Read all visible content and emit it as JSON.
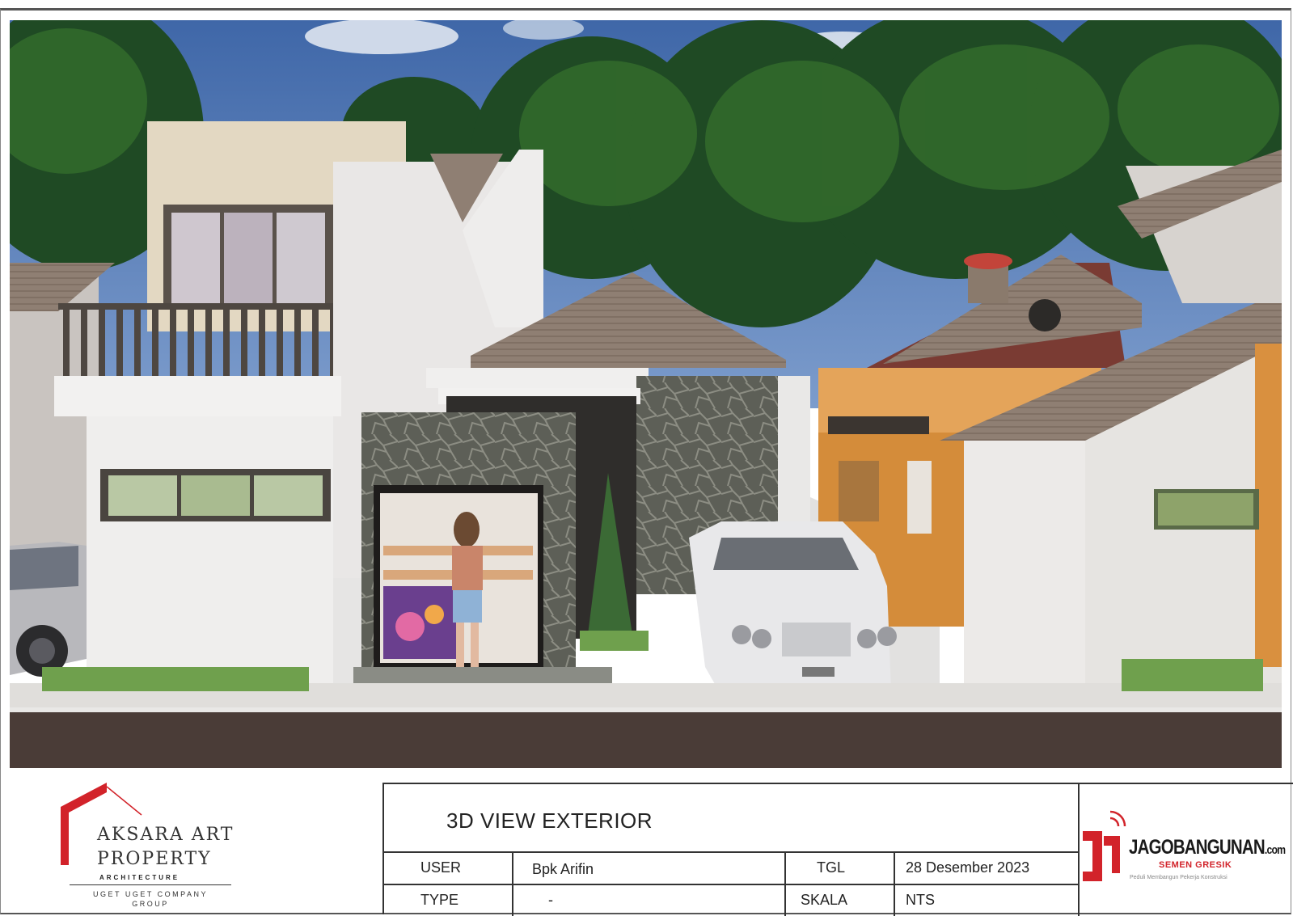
{
  "title_block": {
    "title": "3D VIEW  EXTERIOR",
    "rows": [
      {
        "label": "USER",
        "value": "Bpk Arifin",
        "label2": "TGL",
        "value2": "28 Desember 2023"
      },
      {
        "label": "TYPE",
        "value": "-",
        "label2": "SKALA",
        "value2": "NTS"
      }
    ]
  },
  "logo_left": {
    "name_line1": "AKSARA ART",
    "name_line2": "PROPERTY",
    "subtitle": "ARCHITECTURE",
    "group_line1": "UGET UGET COMPANY",
    "group_line2": "GROUP",
    "accent_color": "#d2232a"
  },
  "logo_right": {
    "brand": "JAGOBANGUNAN",
    "brand_suffix": ".com",
    "sub": "SEMEN GRESIK",
    "tagline": "Peduli Membangun Pekerja Konstruksi",
    "accent_color": "#d2232a"
  },
  "render": {
    "icon": "house-exterior-render"
  }
}
